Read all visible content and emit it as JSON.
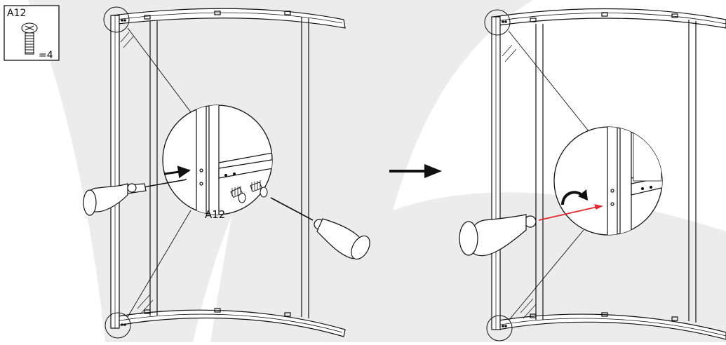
{
  "parts_box": {
    "part_code": "A12",
    "quantity": "=4",
    "icon": "screw-icon"
  },
  "callout_label": "A12",
  "colors": {
    "background_swoosh": "#ececec",
    "line": "#111111",
    "highlight": "#e0282e",
    "glass": "#ffffff"
  },
  "icons": [
    "screwdriver-icon",
    "screw-icon",
    "arrow-right-icon",
    "rotate-clockwise-icon",
    "magnifier-circle-icon"
  ]
}
